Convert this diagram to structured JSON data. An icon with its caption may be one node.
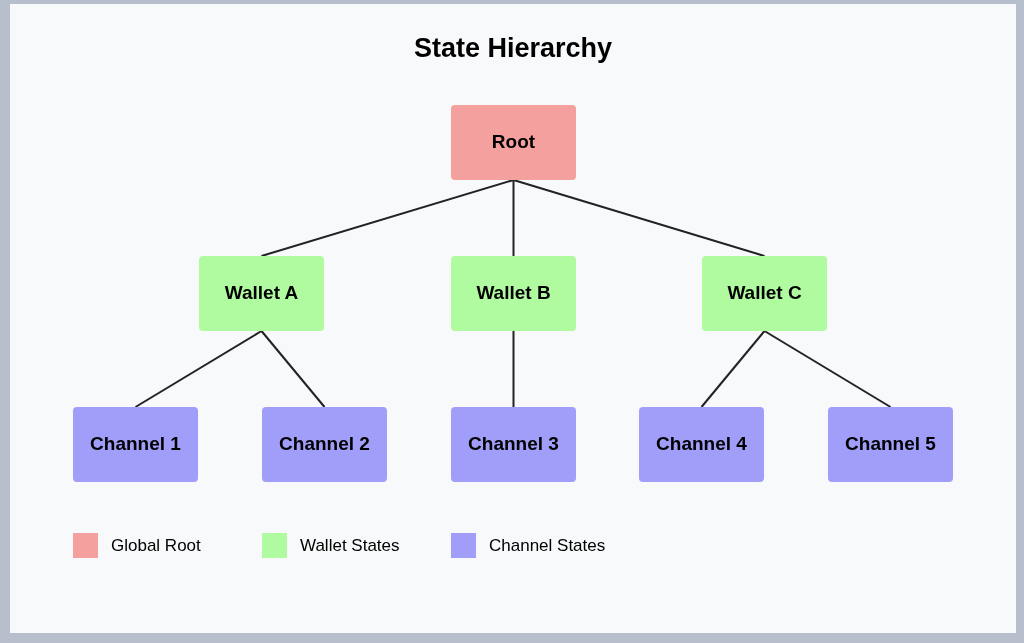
{
  "diagram": {
    "title": "State Hierarchy",
    "nodes": [
      {
        "text": [
          "Root"
        ]
      },
      {
        "text": [
          "Wallet A"
        ]
      },
      {
        "text": [
          "Wallet B"
        ]
      },
      {
        "text": [
          "Wallet C"
        ]
      },
      {
        "text": [
          "Channel 1"
        ]
      },
      {
        "text": [
          "Channel 2"
        ]
      },
      {
        "text": [
          "Channel 3"
        ]
      },
      {
        "text": [
          "Channel 4"
        ]
      },
      {
        "text": [
          "Channel 5"
        ]
      }
    ],
    "edges": [
      {
        "from": 0,
        "to": 1,
        "arrow": "none"
      },
      {
        "from": 0,
        "to": 2,
        "arrow": "none"
      },
      {
        "from": 0,
        "to": 3,
        "arrow": "none"
      },
      {
        "from": 1,
        "to": 4,
        "arrow": "none"
      },
      {
        "from": 1,
        "to": 5,
        "arrow": "none"
      },
      {
        "from": 2,
        "to": 6,
        "arrow": "none"
      },
      {
        "from": 3,
        "to": 7,
        "arrow": "none"
      },
      {
        "from": 3,
        "to": 8,
        "arrow": "none"
      }
    ],
    "legend": [
      {
        "text": "Global Root",
        "color": "#f4a09e"
      },
      {
        "text": "Wallet States",
        "color": "#b0fba0"
      },
      {
        "text": "Channel States",
        "color": "#a09ef8"
      }
    ]
  }
}
